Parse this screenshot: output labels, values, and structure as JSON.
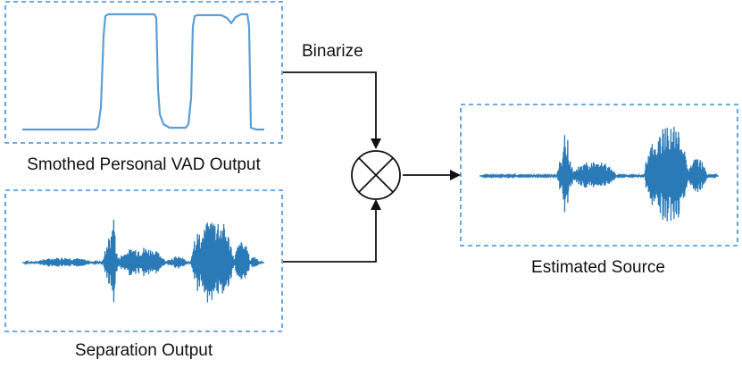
{
  "labels": {
    "vad_output": "Smothed Personal VAD Output",
    "separation_output": "Separation Output",
    "estimated_source": "Estimated Source",
    "binarize": "Binarize"
  },
  "operator": {
    "symbol": "multiply"
  },
  "colors": {
    "box_border": "#3d8fe0",
    "waveform": "#2a7ab8",
    "vad_line": "#5b9fd4",
    "arrow": "#111111"
  }
}
